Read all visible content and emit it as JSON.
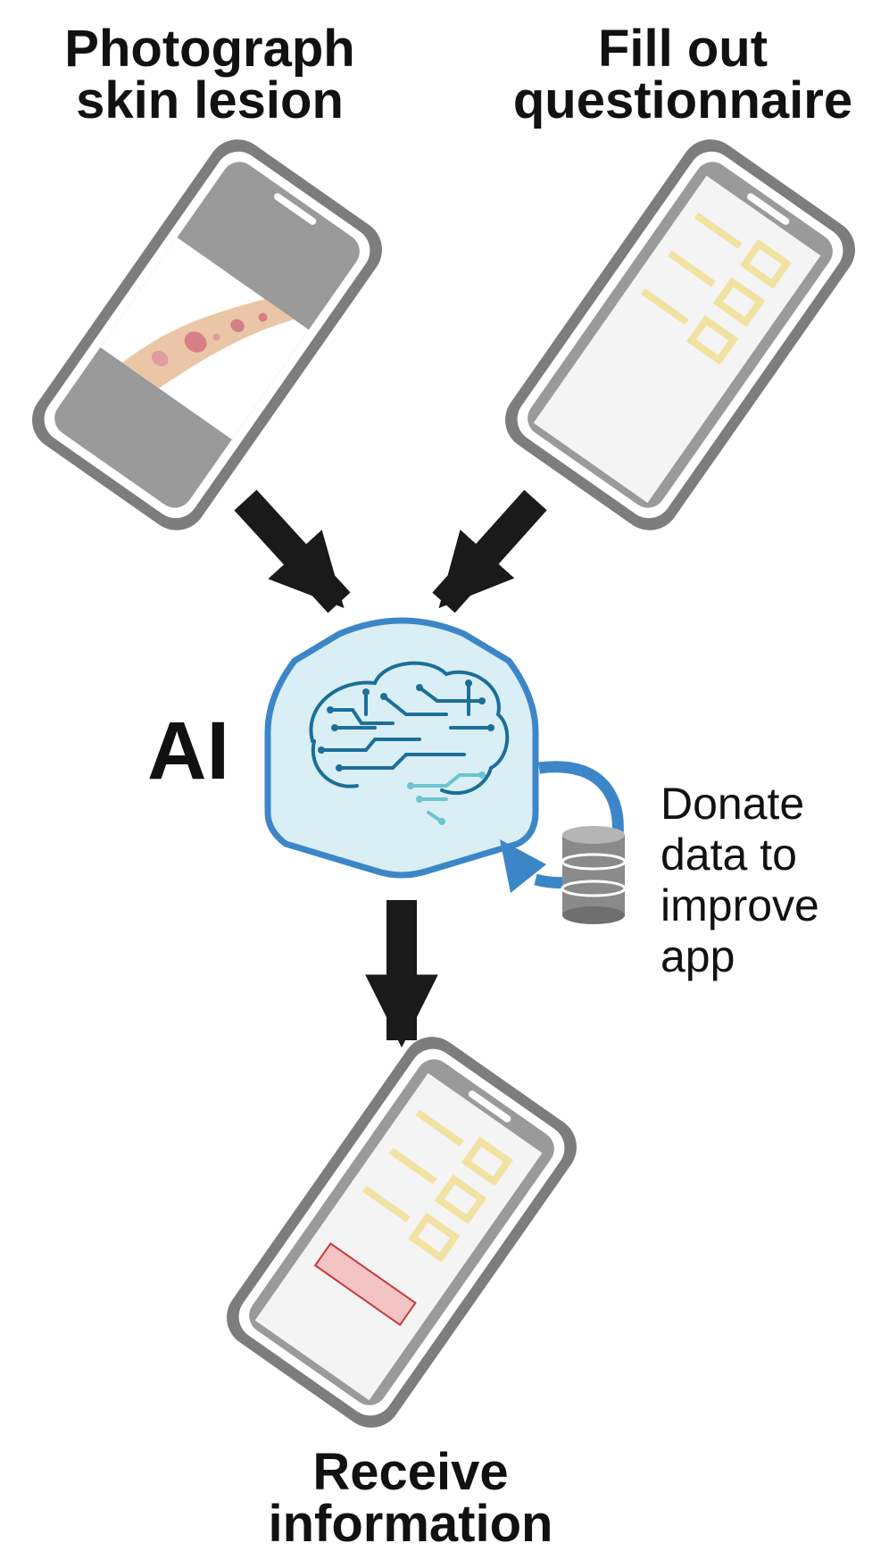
{
  "labels": {
    "photograph": "Photograph skin lesion",
    "questionnaire": "Fill out questionnaire",
    "receive": "Receive information",
    "ai": "AI",
    "donate": "Donate data to improve app"
  },
  "colors": {
    "phone_body": "#7d7d7d",
    "phone_screen_gray": "#9a9a9a",
    "phone_screen_light": "#f4f4f4",
    "questionnaire_line": "#f2e2a2",
    "alert_box": "#f4c4c4",
    "alert_border": "#c83838",
    "arrow": "#1a1a1a",
    "ai_border": "#3c86c8",
    "ai_fill": "#daeef5",
    "brain_circuit": "#1b6f99",
    "brain_circuit_light": "#6cc4cf",
    "database": "#8a8a8a"
  },
  "icons": [
    "phone-icon",
    "skin-lesion-photo",
    "questionnaire-icon",
    "brain-circuit-icon",
    "database-icon",
    "loop-arrow-icon",
    "result-alert-icon"
  ]
}
